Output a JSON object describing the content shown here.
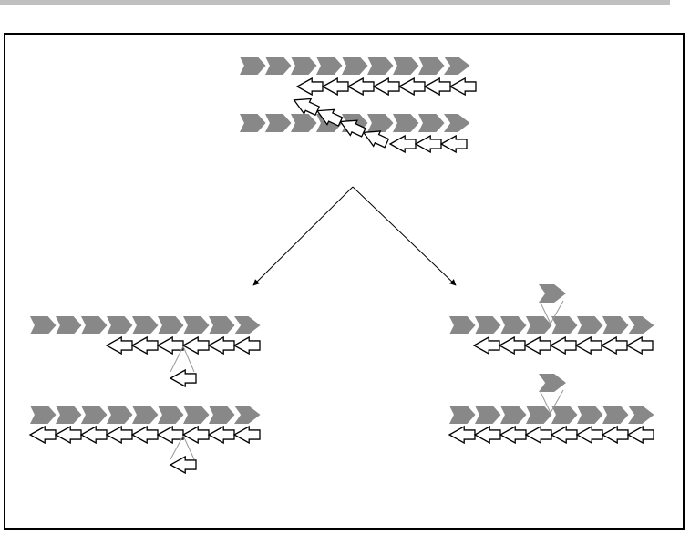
{
  "colors": {
    "forward_strand_fill": "#888888",
    "reverse_strand_fill": "#ffffff",
    "reverse_strand_stroke": "#000000",
    "connector_stroke": "#000000",
    "slip_stroke": "#999999",
    "frame_border": "#000000",
    "top_rule": "#c0c0c0",
    "background": "#ffffff"
  },
  "diagram": {
    "type": "repeat-slippage-schematic",
    "panels": [
      {
        "id": "paired",
        "forward_repeat_units": 9,
        "reverse_repeat_units": 7
      },
      {
        "id": "slipped",
        "forward_repeat_units": 9,
        "reverse_repeat_units": 7
      },
      {
        "id": "deletion-loop",
        "forward_repeat_units": 9,
        "reverse_repeat_units": 6,
        "loop_out_units": 1
      },
      {
        "id": "deletion-result",
        "forward_repeat_units": 9,
        "reverse_repeat_units": 9,
        "loop_out_units": 1
      },
      {
        "id": "insertion-loop",
        "forward_repeat_units": 8,
        "reverse_repeat_units": 7,
        "loop_out_units": 1
      },
      {
        "id": "insertion-result",
        "forward_repeat_units": 8,
        "reverse_repeat_units": 8,
        "loop_out_units": 1
      }
    ],
    "icons": {
      "forward_unit": "chevron-arrow-right-icon",
      "reverse_unit": "outlined-arrow-left-icon"
    }
  }
}
